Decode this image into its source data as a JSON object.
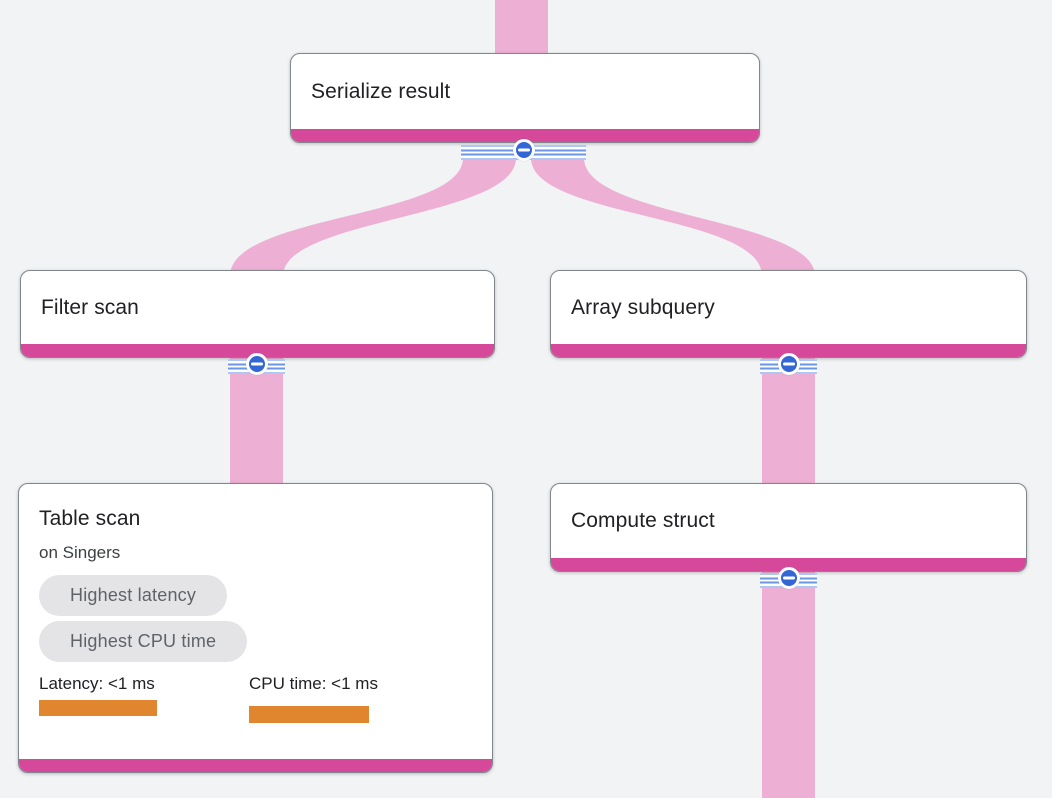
{
  "app": {
    "view": "Query execution plan graph"
  },
  "colors": {
    "background": "#f1f3f4",
    "link_pink": "#edafd3",
    "accent_magenta": "#d6499a",
    "node_border": "#80868b",
    "toggle_blue": "#3367d6",
    "stripe_blue": "#6b96e6",
    "stripe_blue_light": "#aec6f2",
    "badge_bg": "#e4e4e7",
    "badge_text": "#5f6368",
    "metric_bar_orange": "#e0862e",
    "title_text": "#202124"
  },
  "nodes": [
    {
      "id": "serialize-result",
      "label": "Serialize result"
    },
    {
      "id": "filter-scan",
      "label": "Filter scan"
    },
    {
      "id": "array-subquery",
      "label": "Array subquery"
    },
    {
      "id": "table-scan",
      "label": "Table scan",
      "subtitle": "on Singers",
      "badges": [
        "Highest latency",
        "Highest CPU time"
      ],
      "metrics": [
        {
          "name": "latency",
          "label": "Latency: <1 ms"
        },
        {
          "name": "cpu_time",
          "label": "CPU time: <1 ms"
        }
      ]
    },
    {
      "id": "compute-struct",
      "label": "Compute struct"
    }
  ],
  "toggles": [
    {
      "node": "serialize-result",
      "icon": "minus-icon",
      "action": "collapse"
    },
    {
      "node": "filter-scan",
      "icon": "minus-icon",
      "action": "collapse"
    },
    {
      "node": "array-subquery",
      "icon": "minus-icon",
      "action": "collapse"
    },
    {
      "node": "compute-struct",
      "icon": "minus-icon",
      "action": "collapse"
    }
  ],
  "links": [
    {
      "from": "parent",
      "to": "serialize-result"
    },
    {
      "from": "serialize-result",
      "to": "filter-scan"
    },
    {
      "from": "serialize-result",
      "to": "array-subquery"
    },
    {
      "from": "filter-scan",
      "to": "table-scan"
    },
    {
      "from": "array-subquery",
      "to": "compute-struct"
    },
    {
      "from": "compute-struct",
      "to": "child"
    }
  ]
}
